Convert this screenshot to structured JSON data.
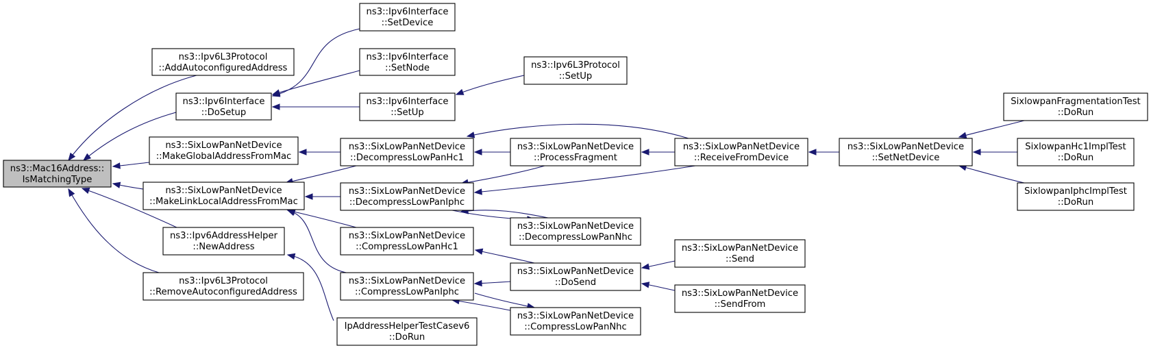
{
  "graph": {
    "edge_color": "#191970",
    "root_fill": "#bfbfbf",
    "node_fill": "#ffffff",
    "nodes": [
      {
        "id": "root",
        "lines": [
          "ns3::Mac16Address::",
          "IsMatchingType"
        ]
      },
      {
        "id": "addauto",
        "lines": [
          "ns3::Ipv6L3Protocol",
          "::AddAutoconfiguredAddress"
        ]
      },
      {
        "id": "dosetup",
        "lines": [
          "ns3::Ipv6Interface",
          "::DoSetup"
        ]
      },
      {
        "id": "makeglobal",
        "lines": [
          "ns3::SixLowPanNetDevice",
          "::MakeGlobalAddressFromMac"
        ]
      },
      {
        "id": "makelinklocal",
        "lines": [
          "ns3::SixLowPanNetDevice",
          "::MakeLinkLocalAddressFromMac"
        ]
      },
      {
        "id": "newaddress",
        "lines": [
          "ns3::Ipv6AddressHelper",
          "::NewAddress"
        ]
      },
      {
        "id": "removeauto",
        "lines": [
          "ns3::Ipv6L3Protocol",
          "::RemoveAutoconfiguredAddress"
        ]
      },
      {
        "id": "setdevice",
        "lines": [
          "ns3::Ipv6Interface",
          "::SetDevice"
        ]
      },
      {
        "id": "setnode",
        "lines": [
          "ns3::Ipv6Interface",
          "::SetNode"
        ]
      },
      {
        "id": "ifsetup",
        "lines": [
          "ns3::Ipv6Interface",
          "::SetUp"
        ]
      },
      {
        "id": "l3setup",
        "lines": [
          "ns3::Ipv6L3Protocol",
          "::SetUp"
        ]
      },
      {
        "id": "dechc1",
        "lines": [
          "ns3::SixLowPanNetDevice",
          "::DecompressLowPanHc1"
        ]
      },
      {
        "id": "deciphc",
        "lines": [
          "ns3::SixLowPanNetDevice",
          "::DecompressLowPanIphc"
        ]
      },
      {
        "id": "comphc1",
        "lines": [
          "ns3::SixLowPanNetDevice",
          "::CompressLowPanHc1"
        ]
      },
      {
        "id": "compiphc",
        "lines": [
          "ns3::SixLowPanNetDevice",
          "::CompressLowPanIphc"
        ]
      },
      {
        "id": "iptest",
        "lines": [
          "IpAddressHelperTestCasev6",
          "::DoRun"
        ]
      },
      {
        "id": "procfrag",
        "lines": [
          "ns3::SixLowPanNetDevice",
          "::ProcessFragment"
        ]
      },
      {
        "id": "decnhc",
        "lines": [
          "ns3::SixLowPanNetDevice",
          "::DecompressLowPanNhc"
        ]
      },
      {
        "id": "dosend",
        "lines": [
          "ns3::SixLowPanNetDevice",
          "::DoSend"
        ]
      },
      {
        "id": "compnhc",
        "lines": [
          "ns3::SixLowPanNetDevice",
          "::CompressLowPanNhc"
        ]
      },
      {
        "id": "recvfromdev",
        "lines": [
          "ns3::SixLowPanNetDevice",
          "::ReceiveFromDevice"
        ]
      },
      {
        "id": "send",
        "lines": [
          "ns3::SixLowPanNetDevice",
          "::Send"
        ]
      },
      {
        "id": "sendfrom",
        "lines": [
          "ns3::SixLowPanNetDevice",
          "::SendFrom"
        ]
      },
      {
        "id": "setnetdev",
        "lines": [
          "ns3::SixLowPanNetDevice",
          "::SetNetDevice"
        ]
      },
      {
        "id": "fragtest",
        "lines": [
          "SixlowpanFragmentationTest",
          "::DoRun"
        ]
      },
      {
        "id": "hc1test",
        "lines": [
          "SixlowpanHc1ImplTest",
          "::DoRun"
        ]
      },
      {
        "id": "iphctest",
        "lines": [
          "SixlowpanIphcImplTest",
          "::DoRun"
        ]
      }
    ],
    "edges": [
      {
        "from": "addauto",
        "to": "root"
      },
      {
        "from": "dosetup",
        "to": "root"
      },
      {
        "from": "makeglobal",
        "to": "root"
      },
      {
        "from": "makelinklocal",
        "to": "root"
      },
      {
        "from": "newaddress",
        "to": "root"
      },
      {
        "from": "removeauto",
        "to": "root"
      },
      {
        "from": "setdevice",
        "to": "dosetup"
      },
      {
        "from": "setnode",
        "to": "dosetup"
      },
      {
        "from": "ifsetup",
        "to": "dosetup"
      },
      {
        "from": "l3setup",
        "to": "ifsetup"
      },
      {
        "from": "dechc1",
        "to": "makeglobal"
      },
      {
        "from": "dechc1",
        "to": "makelinklocal"
      },
      {
        "from": "deciphc",
        "to": "makelinklocal"
      },
      {
        "from": "comphc1",
        "to": "makelinklocal"
      },
      {
        "from": "compiphc",
        "to": "makelinklocal"
      },
      {
        "from": "iptest",
        "to": "newaddress"
      },
      {
        "from": "procfrag",
        "to": "dechc1"
      },
      {
        "from": "recvfromdev",
        "to": "dechc1"
      },
      {
        "from": "recvfromdev",
        "to": "procfrag"
      },
      {
        "from": "procfrag",
        "to": "deciphc"
      },
      {
        "from": "recvfromdev",
        "to": "deciphc"
      },
      {
        "from": "decnhc",
        "to": "deciphc"
      },
      {
        "from": "deciphc",
        "to": "decnhc"
      },
      {
        "from": "dosend",
        "to": "comphc1"
      },
      {
        "from": "dosend",
        "to": "compiphc"
      },
      {
        "from": "compnhc",
        "to": "compiphc"
      },
      {
        "from": "compiphc",
        "to": "compnhc"
      },
      {
        "from": "send",
        "to": "dosend"
      },
      {
        "from": "sendfrom",
        "to": "dosend"
      },
      {
        "from": "setnetdev",
        "to": "recvfromdev"
      },
      {
        "from": "fragtest",
        "to": "setnetdev"
      },
      {
        "from": "hc1test",
        "to": "setnetdev"
      },
      {
        "from": "iphctest",
        "to": "setnetdev"
      }
    ]
  }
}
